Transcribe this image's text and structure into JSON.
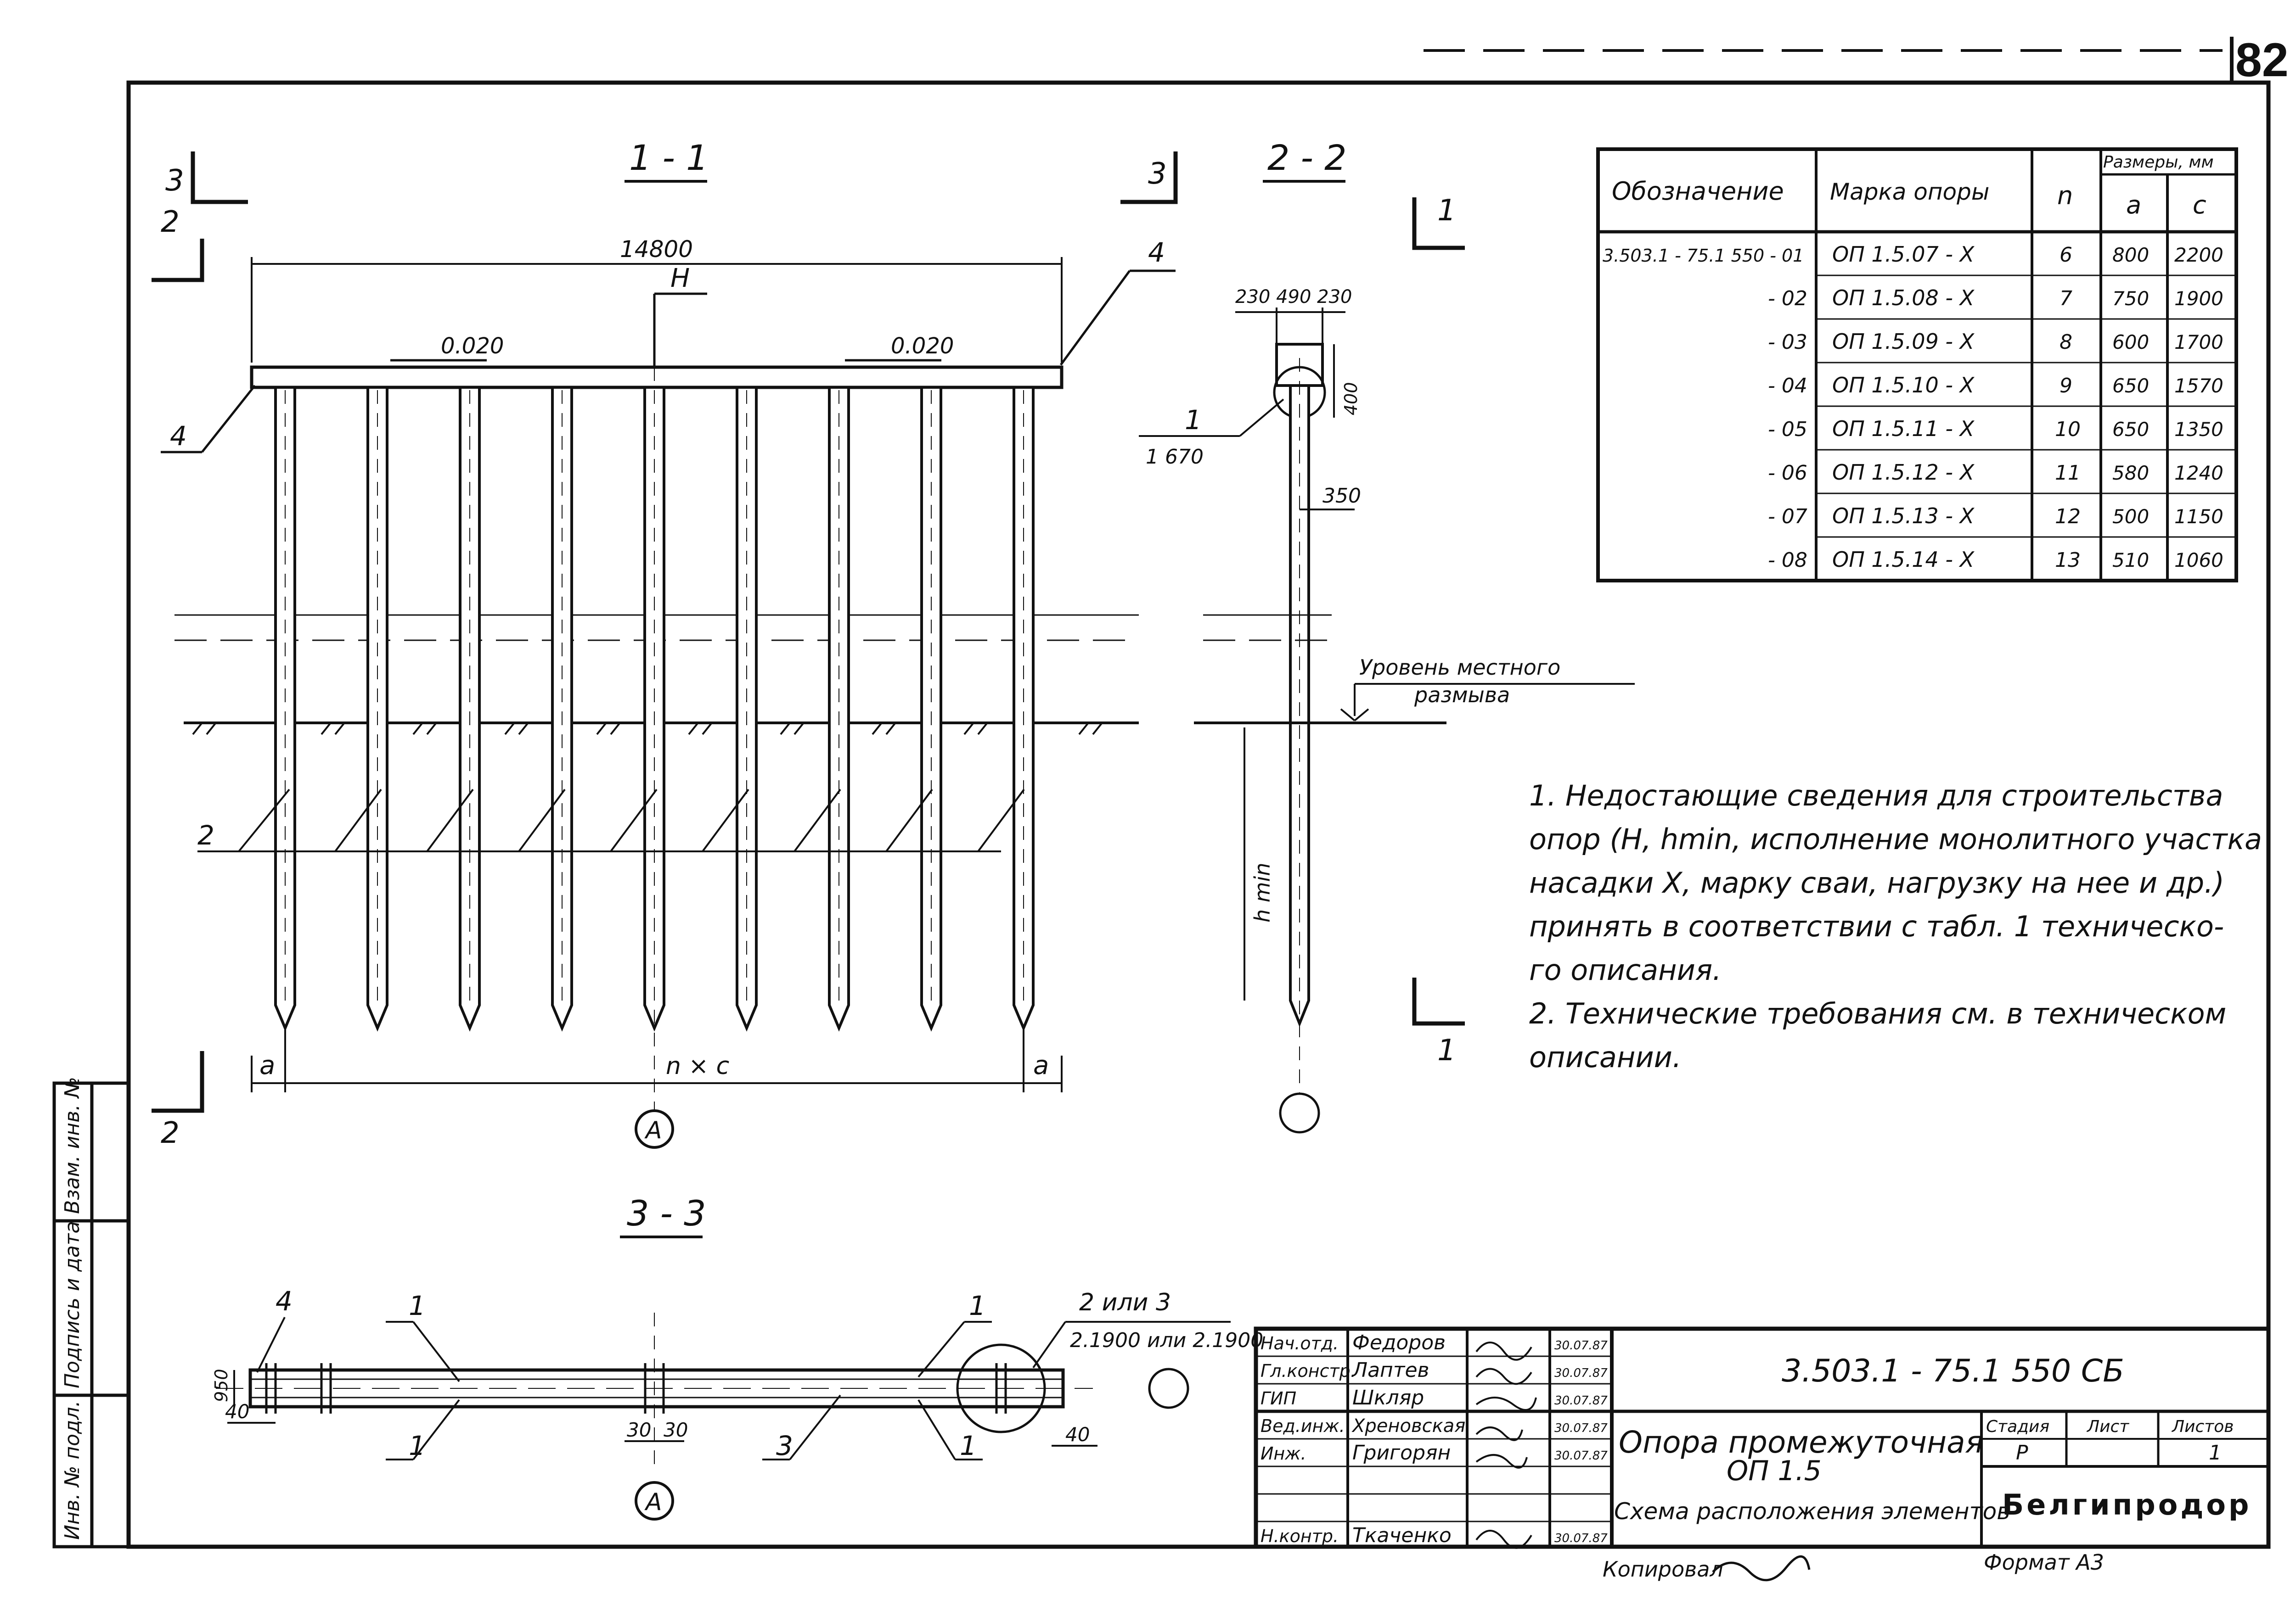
{
  "sheet_number": "82",
  "views": {
    "section_1_1": {
      "title": "1 - 1",
      "cut_marker": "3",
      "cut_marker_2": "2",
      "overall_dim": "14800",
      "top_label": "H",
      "slope_left": "0.020",
      "slope_right": "0.020",
      "callout_cap": "4",
      "callout_cap_left": "4",
      "callout_pile": "2",
      "dim_a_left": "a",
      "dim_nc": "n × c",
      "dim_a_right": "a",
      "axis_label": "A"
    },
    "section_2_2": {
      "title": "2 - 2",
      "cut_marker": "1",
      "dims_top": "230  490  230",
      "dim_400": "400",
      "callout_1": "1",
      "callout_1_sub": "1  670",
      "dim_350": "350",
      "scour_line1": "Уровень местного",
      "scour_line2": "размыва",
      "hmin": "h min"
    },
    "section_3_3": {
      "title": "3 - 3",
      "callout_4": "4",
      "callout_1a": "1",
      "callout_1b": "1",
      "callout_1c": "1",
      "callout_1d": "1",
      "callout_3": "3",
      "callout_23": "2 или 3",
      "callout_23_sub": "2.1900 или 2.1900",
      "dim_950": "950",
      "dim_40_left": "40",
      "dim_30_left": "30",
      "dim_30_right": "30",
      "dim_40_right": "40",
      "axis_label": "A"
    }
  },
  "spec_table": {
    "headers": {
      "designation": "Обозначение",
      "mark": "Марка опоры",
      "n": "n",
      "sizes": "Размеры, мм",
      "a": "a",
      "c": "c"
    },
    "rows": [
      {
        "designation": "3.503.1 - 75.1 550 - 01",
        "mark": "ОП 1.5.07 - Х",
        "n": "6",
        "a": "800",
        "c": "2200"
      },
      {
        "designation": "- 02",
        "mark": "ОП 1.5.08 - Х",
        "n": "7",
        "a": "750",
        "c": "1900"
      },
      {
        "designation": "- 03",
        "mark": "ОП 1.5.09 - Х",
        "n": "8",
        "a": "600",
        "c": "1700"
      },
      {
        "designation": "- 04",
        "mark": "ОП 1.5.10 - Х",
        "n": "9",
        "a": "650",
        "c": "1570"
      },
      {
        "designation": "- 05",
        "mark": "ОП 1.5.11 - Х",
        "n": "10",
        "a": "650",
        "c": "1350"
      },
      {
        "designation": "- 06",
        "mark": "ОП 1.5.12 - Х",
        "n": "11",
        "a": "580",
        "c": "1240"
      },
      {
        "designation": "- 07",
        "mark": "ОП 1.5.13 - Х",
        "n": "12",
        "a": "500",
        "c": "1150"
      },
      {
        "designation": "- 08",
        "mark": "ОП 1.5.14 - Х",
        "n": "13",
        "a": "510",
        "c": "1060"
      }
    ]
  },
  "notes": [
    "1. Недостающие сведения для строительства",
    "опор (H, hmin, исполнение монолитного участка",
    "насадки Х, марку сваи, нагрузку на нее и др.)",
    "принять в соответствии с табл. 1 техническо-",
    "го описания.",
    "2. Технические требования см. в техническом",
    "описании."
  ],
  "side_stamp": [
    "Инв. № подл.",
    "Подпись и дата",
    "Взам. инв. №"
  ],
  "title_block": {
    "roles": [
      "Нач.отд.",
      "Гл.констр.",
      "ГИП",
      "Вед.инж.",
      "Инж.",
      "",
      "",
      "Н.контр."
    ],
    "names": [
      "Федоров",
      "Лаптев",
      "Шкляр",
      "Хреновская",
      "Григорян",
      "",
      "",
      "Ткаченко"
    ],
    "dates": [
      "30.07.87",
      "30.07.87",
      "30.07.87",
      "30.07.87",
      "30.07.87",
      "",
      "",
      "30.07.87"
    ],
    "code": "3.503.1 - 75.1  550 СБ",
    "title_line1": "Опора промежуточная",
    "title_line2": "ОП 1.5",
    "subtitle": "Схема расположения элементов",
    "stage_label": "Стадия",
    "sheet_label": "Лист",
    "sheets_label": "Листов",
    "stage_value": "Р",
    "sheets_value": "1",
    "org": "Белгипродор",
    "copied_label": "Копировал",
    "format": "Формат А3"
  }
}
